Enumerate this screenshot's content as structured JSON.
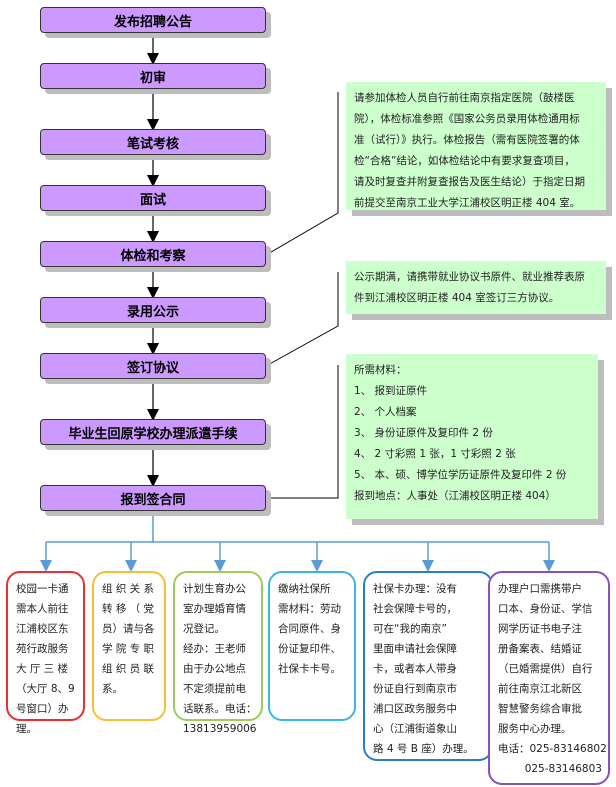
{
  "steps": [
    "发布招聘公告",
    "初审",
    "笔试考核",
    "面试",
    "体检和考察",
    "录用公示",
    "签订协议",
    "毕业生回原学校办理派遣手续",
    "报到签合同"
  ],
  "notes": {
    "physical_exam": [
      "请参加体检人员自行前往南京指定医院（鼓楼医",
      "院），体检标准参照《国家公务员录用体检通用标",
      "准（试行）》执行。体检报告（需有医院签署的体",
      "检“合格”结论，如体检结论中有要求复查项目，",
      "请及时复查并附复查报告及医生结论）于指定日期",
      "前提交至南京工业大学江浦校区明正楼 404 室。"
    ],
    "agreement": [
      "公示期满，请携带就业协议书原件、就业推荐表原",
      "件到江浦校区明正楼 404 室签订三方协议。"
    ],
    "materials": [
      "所需材料：",
      "1、  报到证原件",
      "2、  个人档案",
      "3、  身份证原件及复印件 2 份",
      "4、  2 寸彩照 1 张，1 寸彩照 2 张",
      "5、  本、硕、博学位学历证原件及复印件 2 份",
      "报到地点：人事处（江浦校区明正楼 404）"
    ]
  },
  "branches": [
    {
      "color": "#e83030",
      "lines": [
        "校园一卡通",
        "需本人前往",
        "江浦校区东",
        "苑行政服务",
        "大 厅 三 楼",
        "（大厅 8、9",
        "号窗口）办",
        "理。"
      ]
    },
    {
      "color": "#f5c032",
      "lines": [
        "组 织 关 系",
        "转 移 （ 党",
        "员）请与各",
        "学 院 专 职",
        "组 织 员 联",
        "系。"
      ]
    },
    {
      "color": "#9ccc5a",
      "lines": [
        "计划生育办公",
        "室办理婚育情",
        "况登记。",
        "经办：王老师",
        "由于办公地点",
        "不定须提前电",
        "话联系。电话：",
        "13813959006"
      ]
    },
    {
      "color": "#3cb4e8",
      "lines": [
        "缴纳社保所",
        "需材料：劳动",
        "合同原件、身",
        "份证复印件、",
        "社保卡卡号。"
      ]
    },
    {
      "color": "#2a7ec8",
      "lines": [
        "社保卡办理：没有",
        "社会保障卡号的，",
        "可在“我的南京”",
        "里面申请社会保障",
        "卡，或者本人带身",
        "份证自行到南京市",
        "浦口区政务服务中",
        "心（江浦街道象山",
        "路 4 号 B 座）办理。"
      ]
    },
    {
      "color": "#8a4fc0",
      "lines": [
        "办理户口需携带户",
        "口本、身份证、学信",
        "网学历证书电子注",
        "册备案表、结婚证",
        "（已婚需提供）自行",
        "前往南京江北新区",
        "智慧警务综合审批",
        "服务中心办理。",
        "电话：025-83146802",
        "        025-83146803"
      ]
    }
  ]
}
